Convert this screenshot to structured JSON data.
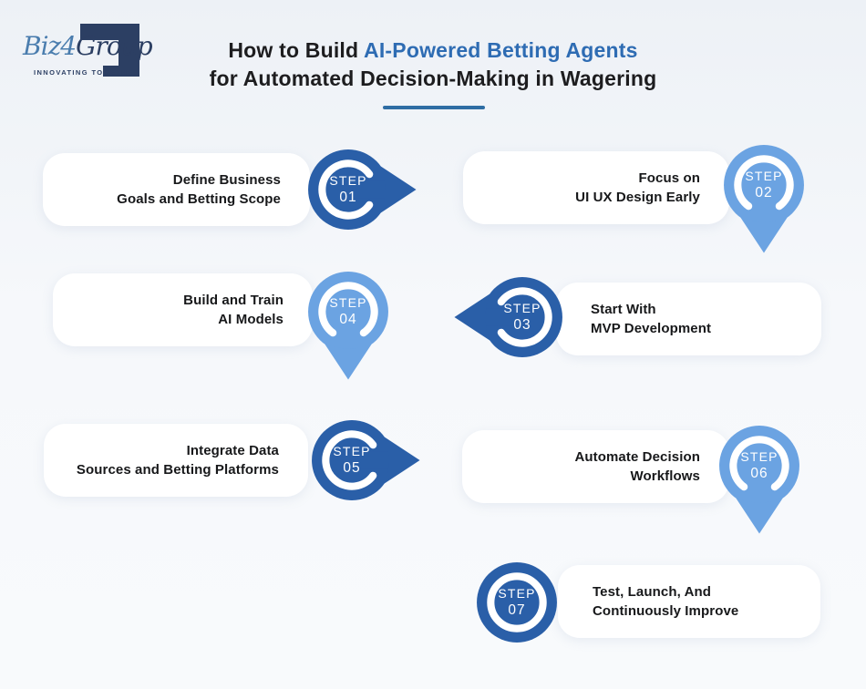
{
  "brand": {
    "name_part1": "Biz",
    "name_part2": "4",
    "name_part3": "Group",
    "tagline": "INNOVATING TOGETHER"
  },
  "header": {
    "title_plain": "How to Build",
    "title_highlight": "AI-Powered Betting Agents",
    "title_line2": "for Automated Decision-Making in Wagering"
  },
  "theme": {
    "background_top": "#edf1f6",
    "background_bottom": "#f8fafc",
    "card_background": "#ffffff",
    "dark_step_blue": "#2a5fa8",
    "light_step_blue": "#6ba3e2",
    "title_text": "#1d1d1f",
    "title_accent": "#2e6cb3",
    "divider_blue": "#2e6da4",
    "logo_navy": "#2c3f63",
    "logo_blue": "#4a7dae"
  },
  "steps": [
    {
      "label": "STEP",
      "number": "01",
      "title": "Define Business\nGoals and Betting Scope",
      "variant": "dark",
      "arrow": "right"
    },
    {
      "label": "STEP",
      "number": "02",
      "title": "Focus on\nUI UX Design Early",
      "variant": "light",
      "arrow": "down"
    },
    {
      "label": "STEP",
      "number": "03",
      "title": "Start With\nMVP Development",
      "variant": "dark",
      "arrow": "left"
    },
    {
      "label": "STEP",
      "number": "04",
      "title": "Build and Train\nAI Models",
      "variant": "light",
      "arrow": "down"
    },
    {
      "label": "STEP",
      "number": "05",
      "title": "Integrate Data\nSources and Betting Platforms",
      "variant": "dark",
      "arrow": "right"
    },
    {
      "label": "STEP",
      "number": "06",
      "title": "Automate Decision\nWorkflows",
      "variant": "light",
      "arrow": "down"
    },
    {
      "label": "STEP",
      "number": "07",
      "title": "Test, Launch, And\nContinuously Improve",
      "variant": "dark",
      "arrow": "none"
    }
  ]
}
